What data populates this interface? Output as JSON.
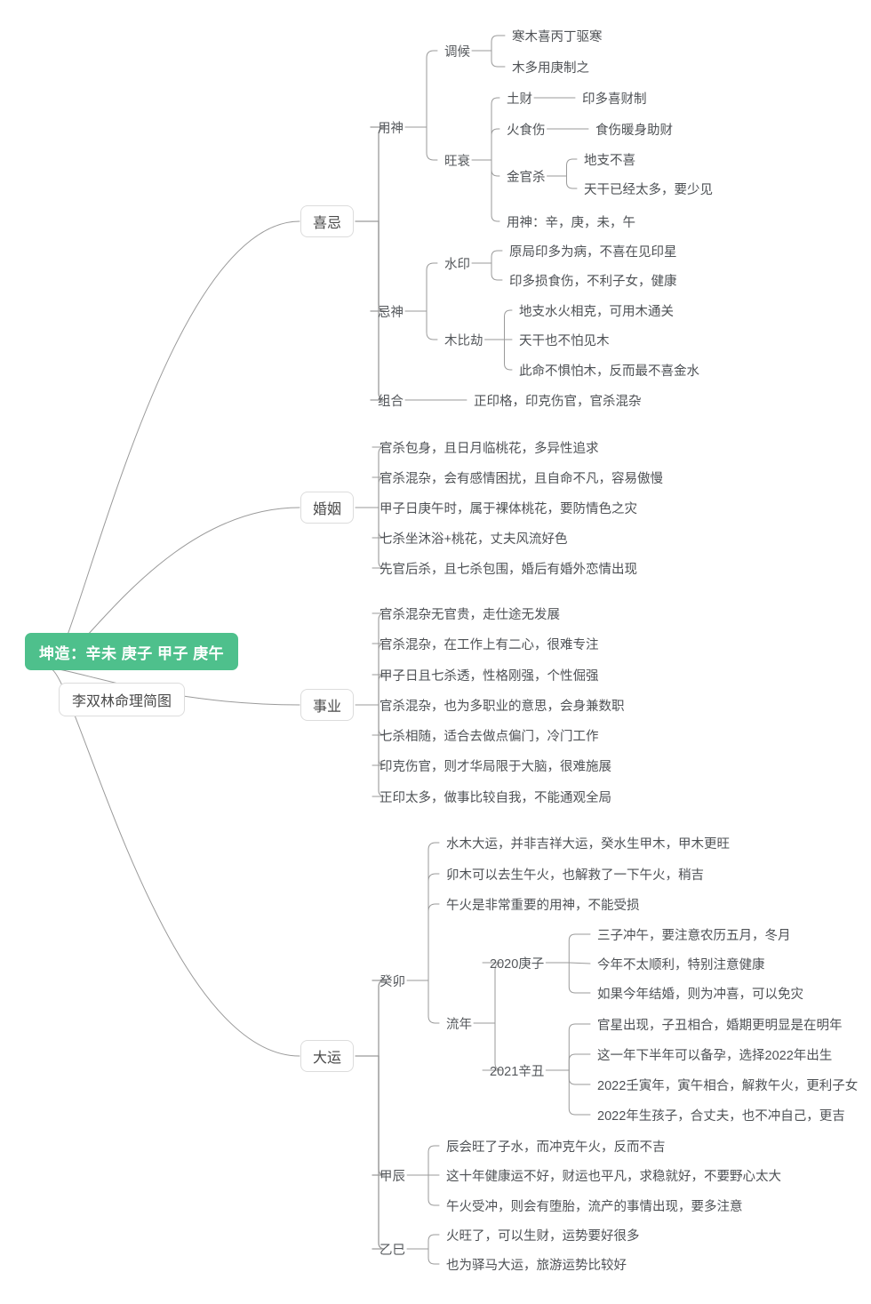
{
  "diagram": {
    "title_root": "坤造：辛未 庚子 甲子 庚午",
    "subtitle": "李双林命理简图",
    "accent_color": "#4ec08c",
    "line_color": "#9a9a9a",
    "text_color": "#4e5155"
  },
  "nodes": {
    "root": "坤造：辛未 庚子 甲子 庚午",
    "subtitle": "李双林命理简图",
    "b1": "喜忌",
    "b1_1": "用神",
    "b1_1_1": "调候",
    "b1_1_1_a": "寒木喜丙丁驱寒",
    "b1_1_1_b": "木多用庚制之",
    "b1_1_2": "旺衰",
    "b1_1_2_a": "土财",
    "b1_1_2_a_1": "印多喜财制",
    "b1_1_2_b": "火食伤",
    "b1_1_2_b_1": "食伤暖身助财",
    "b1_1_2_c": "金官杀",
    "b1_1_2_c_1": "地支不喜",
    "b1_1_2_c_2": "天干已经太多，要少见",
    "b1_1_2_d": "用神：辛，庚，未，午",
    "b1_2": "忌神",
    "b1_2_1": "水印",
    "b1_2_1_a": "原局印多为病，不喜在见印星",
    "b1_2_1_b": "印多损食伤，不利子女，健康",
    "b1_2_2": "木比劫",
    "b1_2_2_a": "地支水火相克，可用木通关",
    "b1_2_2_b": "天干也不怕见木",
    "b1_2_2_c": "此命不惧怕木，反而最不喜金水",
    "b1_3": "组合",
    "b1_3_a": "正印格，印克伤官，官杀混杂",
    "b2": "婚姻",
    "b2_a": "官杀包身，且日月临桃花，多异性追求",
    "b2_b": "官杀混杂，会有感情困扰，且自命不凡，容易傲慢",
    "b2_c": "甲子日庚午时，属于裸体桃花，要防情色之灾",
    "b2_d": "七杀坐沐浴+桃花，丈夫风流好色",
    "b2_e": "先官后杀，且七杀包围，婚后有婚外恋情出现",
    "b3": "事业",
    "b3_a": "官杀混杂无官贵，走仕途无发展",
    "b3_b": "官杀混杂，在工作上有二心，很难专注",
    "b3_c": "甲子日且七杀透，性格刚强，个性倔强",
    "b3_d": "官杀混杂，也为多职业的意思，会身兼数职",
    "b3_e": "七杀相随，适合去做点偏门，冷门工作",
    "b3_f": "印克伤官，则才华局限于大脑，很难施展",
    "b3_g": "正印太多，做事比较自我，不能通观全局",
    "b4": "大运",
    "b4_1": "癸卯",
    "b4_1_a": "水木大运，并非吉祥大运，癸水生甲木，甲木更旺",
    "b4_1_b": "卯木可以去生午火，也解救了一下午火，稍吉",
    "b4_1_c": "午火是非常重要的用神，不能受损",
    "b4_1_d": "流年",
    "b4_1_d_1": "2020庚子",
    "b4_1_d_1_a": "三子冲午，要注意农历五月，冬月",
    "b4_1_d_1_b": "今年不太顺利，特别注意健康",
    "b4_1_d_1_c": "如果今年结婚，则为冲喜，可以免灾",
    "b4_1_d_2": "2021辛丑",
    "b4_1_d_2_a": "官星出现，子丑相合，婚期更明显是在明年",
    "b4_1_d_2_b": "这一年下半年可以备孕，选择2022年出生",
    "b4_1_d_2_c": "2022壬寅年，寅午相合，解救午火，更利子女",
    "b4_1_d_2_d": "2022年生孩子，合丈夫，也不冲自己，更吉",
    "b4_2": "甲辰",
    "b4_2_a": "辰会旺了子水，而冲克午火，反而不吉",
    "b4_2_b": "这十年健康运不好，财运也平凡，求稳就好，不要野心太大",
    "b4_2_c": "午火受冲，则会有堕胎，流产的事情出现，要多注意",
    "b4_3": "乙巳",
    "b4_3_a": "火旺了，可以生财，运势要好很多",
    "b4_3_b": "也为驿马大运，旅游运势比较好"
  }
}
